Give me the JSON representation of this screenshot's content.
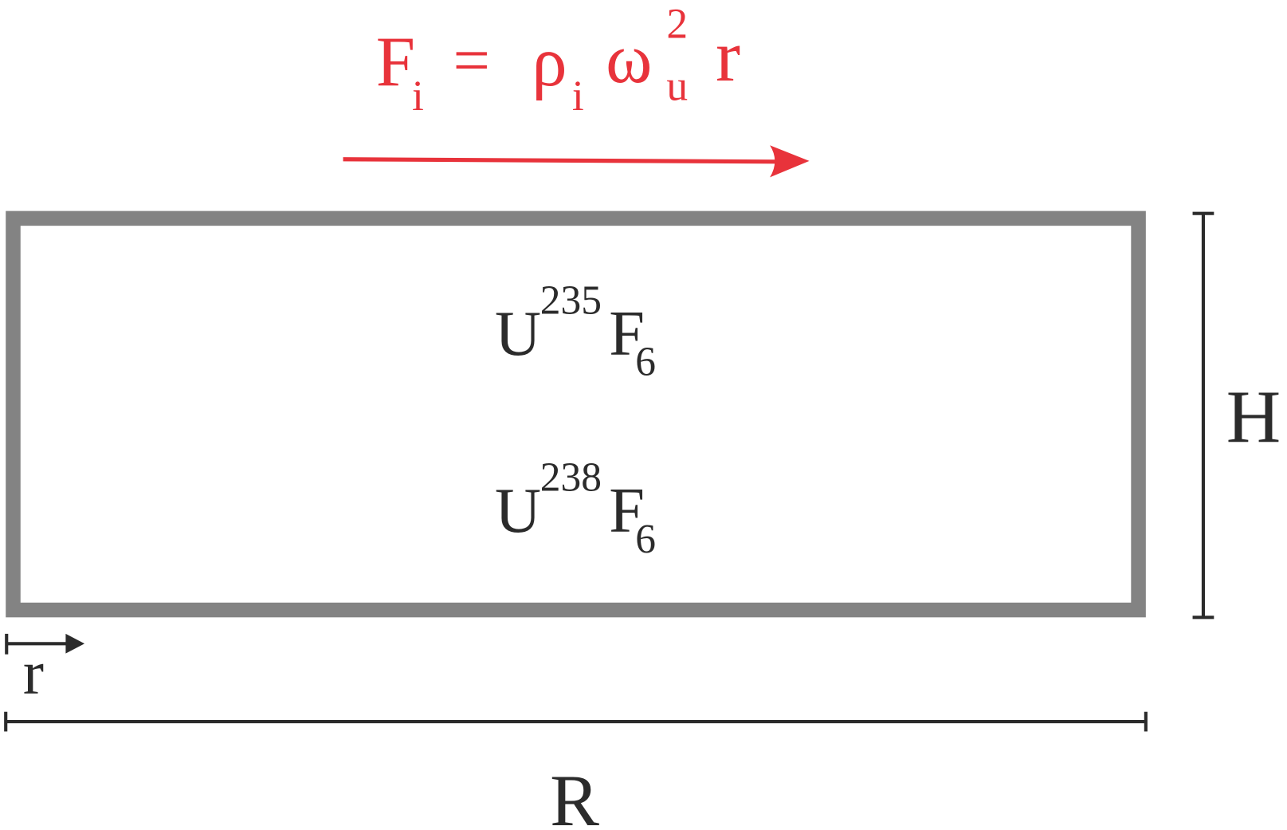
{
  "colors": {
    "force": "#e8333b",
    "vessel": "#838383",
    "ink": "#2b2b2b"
  },
  "equation": {
    "lhs": "F",
    "lhs_sub": "i",
    "equals": "=",
    "rho": "ρ",
    "rho_sub": "i",
    "omega": "ω",
    "omega_sup": "2",
    "omega_sub": "u",
    "r": "r"
  },
  "species": [
    {
      "base": "U",
      "mass": "235",
      "element": "F",
      "count": "6"
    },
    {
      "base": "U",
      "mass": "238",
      "element": "F",
      "count": "6"
    }
  ],
  "dimensions": {
    "height_label": "H",
    "radius_label": "R",
    "position_label": "r"
  }
}
